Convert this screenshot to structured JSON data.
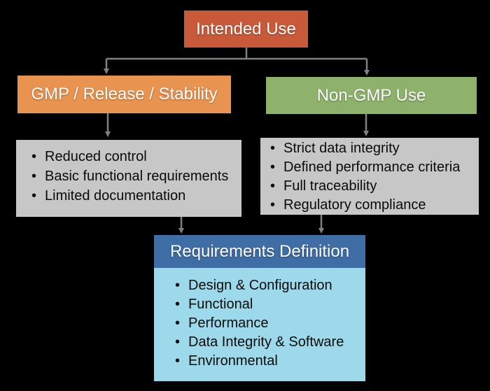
{
  "diagram": {
    "title_node": {
      "label": "Intended Use"
    },
    "branch_left": {
      "label": "GMP / Release / Stability"
    },
    "branch_right": {
      "label": "Non-GMP Use"
    },
    "branch_left_details": {
      "items": [
        "Reduced control",
        "Basic functional requirements",
        "Limited documentation"
      ]
    },
    "branch_right_details": {
      "items": [
        "Strict data integrity",
        "Defined performance criteria",
        "Full traceability",
        "Regulatory compliance"
      ]
    },
    "result_node": {
      "label": "Requirements Definition",
      "items": [
        "Design & Configuration",
        "Functional",
        "Performance",
        "Data Integrity & Software",
        "Environmental"
      ]
    }
  },
  "colors": {
    "background": "#000000",
    "intended_use_box": "#C85A3A",
    "gmp_box": "#E8934F",
    "non_gmp_box": "#8EB16C",
    "detail_box": "#C7C7C7",
    "requirements_header": "#3F6DA6",
    "requirements_body": "#9CDAEB",
    "connector": "#808080",
    "title_text": "#FFFFFF",
    "body_text": "#0A0A0A"
  }
}
